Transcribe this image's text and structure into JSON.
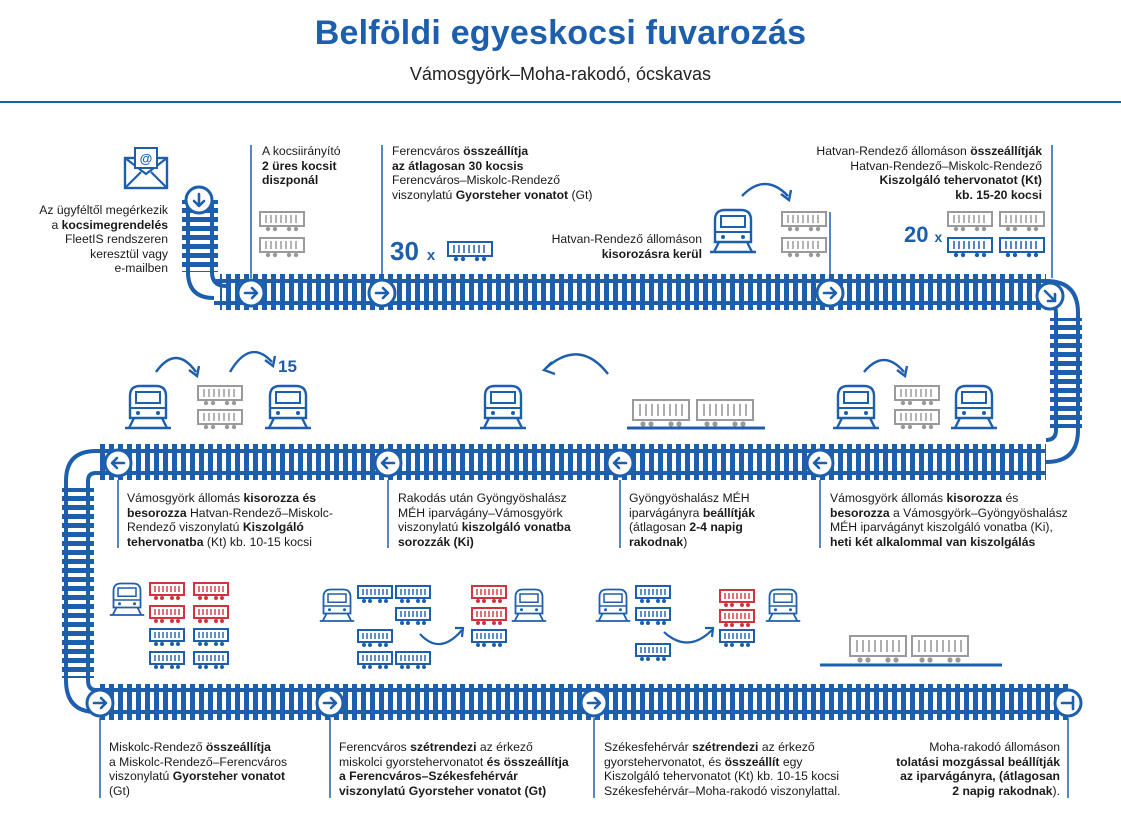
{
  "title": "Belföldi egyeskocsi fuvarozás",
  "subtitle": "Vámosgyörk–Moha-rakodó, ócskavas",
  "colors": {
    "blue": "#1d5fad",
    "red": "#d2343e",
    "gray": "#9a9a9a",
    "text": "#1a1a1a"
  },
  "numbers": {
    "n30": "30",
    "n20": "20",
    "n15": "15",
    "times": "x"
  },
  "steps": {
    "s1": {
      "a": "Az ügyféltől megérkezik",
      "b": "a ",
      "c": "kocsimegrendelés",
      "d": "FleetIS rendszeren",
      "e": "keresztül vagy",
      "f": "e-mailben"
    },
    "s2": {
      "a": "A kocsiirányító",
      "b": "2 üres kocsit",
      "c": "diszponál"
    },
    "s3": {
      "a": "Ferencváros ",
      "b": "összeállítja",
      "c": "az átlagosan 30 kocsis",
      "d": "Ferencváros–Miskolc-Rendező",
      "e": "viszonylatú ",
      "f": "Gyorsteher vonatot",
      "g": " (Gt)"
    },
    "s4": {
      "a": "Hatvan-Rendező állomáson",
      "b": "kisorozásra kerül"
    },
    "s5": {
      "a": "Hatvan-Rendező állomáson ",
      "b": "összeállítják",
      "c": "Hatvan-Rendező–Miskolc-Rendező",
      "d": "Kiszolgáló tehervonatot (Kt)",
      "e": "kb. 15-20 kocsi"
    },
    "s6": {
      "a": "Vámosgyörk állomás ",
      "b": "kisorozza",
      "c": " és",
      "d": "besorozza",
      "e": " a Vámosgyörk–Gyöngyöshalász",
      "f": "MÉH iparvágányt kiszolgáló vonatba (Ki),",
      "g": "heti két alkalommal van kiszolgálás"
    },
    "s7": {
      "a": "Gyöngyöshalász MÉH",
      "b": "iparvágányra ",
      "c": "beállítják",
      "d": "(átlagosan ",
      "e": "2-4 napig",
      "f": "rakodnak",
      "g": ")"
    },
    "s8": {
      "a": "Rakodás után Gyöngyöshalász",
      "b": "MÉH iparvágány–Vámosgyörk",
      "c": "viszonylatú ",
      "d": "kiszolgáló vonatba",
      "e": "sorozzák (Ki)"
    },
    "s9": {
      "a": "Vámosgyörk állomás ",
      "b": "kisorozza és",
      "c": "besorozza",
      "d": " Hatvan-Rendező–Miskolc-",
      "e": "Rendező viszonylatú ",
      "f": "Kiszolgáló",
      "g": "tehervonatba",
      "h": " (Kt) kb. 10-15 kocsi"
    },
    "s10": {
      "a": "Miskolc-Rendező ",
      "b": "összeállítja",
      "c": "a Miskolc-Rendező–Ferencváros",
      "d": "viszonylatú ",
      "e": "Gyorsteher vonatot",
      "f": "(Gt)"
    },
    "s11": {
      "a": "Ferencváros ",
      "b": "szétrendezi",
      "c": " az érkező",
      "d": "miskolci gyorstehervonatot ",
      "e": "és összeállítja",
      "f": "a Ferencváros–Székesfehérvár",
      "g": "viszonylatú Gyorsteher vonatot (Gt)"
    },
    "s12": {
      "a": "Székesfehérvár ",
      "b": "szétrendezi",
      "c": " az érkező",
      "d": "gyorstehervonatot, és ",
      "e": "összeállít",
      "f": " egy",
      "g": "Kiszolgáló tehervonatot (Kt) kb. 10-15 kocsi",
      "h": "Székesfehérvár–Moha-rakodó viszonylattal."
    },
    "s13": {
      "a": "Moha-rakodó állomáson",
      "b": "tolatási mozgással beállítják",
      "c": "az iparvágányra, (átlagosan",
      "d": "2 napig rakodnak",
      "e": ")."
    }
  }
}
